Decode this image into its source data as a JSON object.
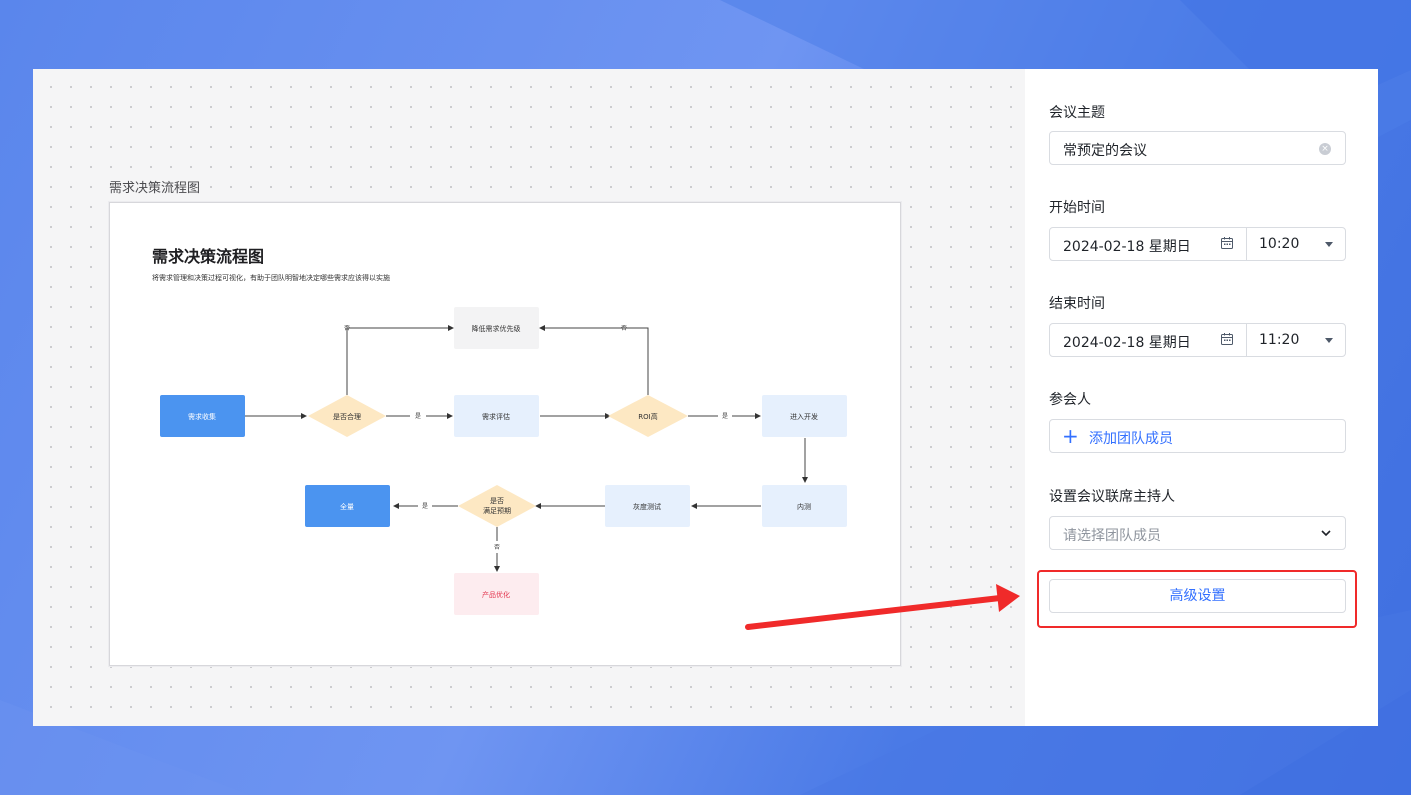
{
  "canvas": {
    "title": "需求决策流程图",
    "board_title": "需求决策流程图",
    "board_subtitle": "将需求管理和决策过程可视化，有助于团队明智地决定哪些需求应该得以实施"
  },
  "flowchart": {
    "nodes": {
      "collect": "需求收集",
      "reasonable": "是否合理",
      "evaluate": "需求评估",
      "roi": "ROI高",
      "develop": "进入开发",
      "lower_priority": "降低需求优先级",
      "internal_test": "内测",
      "gray_test": "灰度测试",
      "expectation_line1": "是否",
      "expectation_line2": "满足预期",
      "full": "全量",
      "optimize": "产品优化"
    },
    "edge_labels": {
      "yes1": "是",
      "yes2": "是",
      "yes3": "是",
      "no1": "否",
      "no2": "否",
      "no3": "否"
    }
  },
  "form": {
    "topic_label": "会议主题",
    "topic_value": "常预定的会议",
    "start_label": "开始时间",
    "start_date": "2024-02-18 星期日",
    "start_time": "10:20",
    "end_label": "结束时间",
    "end_date": "2024-02-18 星期日",
    "end_time": "11:20",
    "attendees_label": "参会人",
    "add_members": "添加团队成员",
    "host_label": "设置会议联席主持人",
    "host_placeholder": "请选择团队成员",
    "advanced_button": "高级设置"
  },
  "colors": {
    "accent": "#3370ff",
    "highlight": "#f02a2a",
    "node_blue": "#4b94f0",
    "node_light": "#e6f0fd",
    "decision": "#fde8c3",
    "pink": "#fdecef"
  }
}
